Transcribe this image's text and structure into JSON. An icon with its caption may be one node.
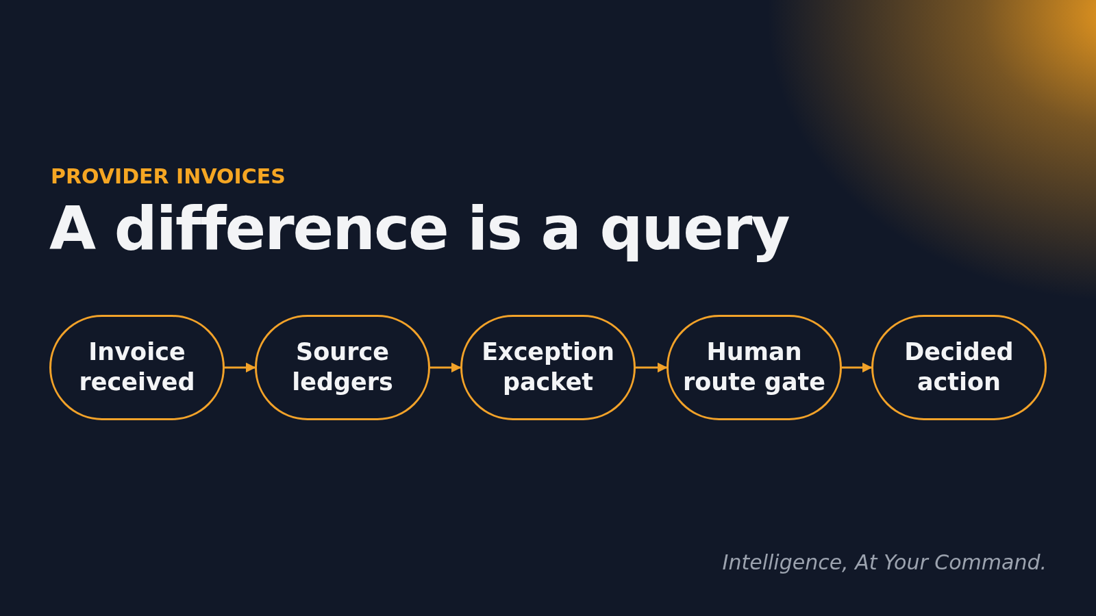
{
  "diagram": {
    "title": "A difference is a query",
    "nodes": [
      {
        "text": [
          "Invoice received"
        ]
      },
      {
        "text": [
          "Source ledgers"
        ]
      },
      {
        "text": [
          "Exception packet"
        ]
      },
      {
        "text": [
          "Human route gate"
        ]
      },
      {
        "text": [
          "Decided action"
        ]
      }
    ],
    "edges": [
      {
        "from": 0,
        "to": 1,
        "arrow": "to"
      },
      {
        "from": 1,
        "to": 2,
        "arrow": "to"
      },
      {
        "from": 2,
        "to": 3,
        "arrow": "to"
      },
      {
        "from": 3,
        "to": 4,
        "arrow": "to"
      }
    ],
    "labels": [
      "PROVIDER INVOICES",
      "Intelligence, At Your Command."
    ]
  }
}
